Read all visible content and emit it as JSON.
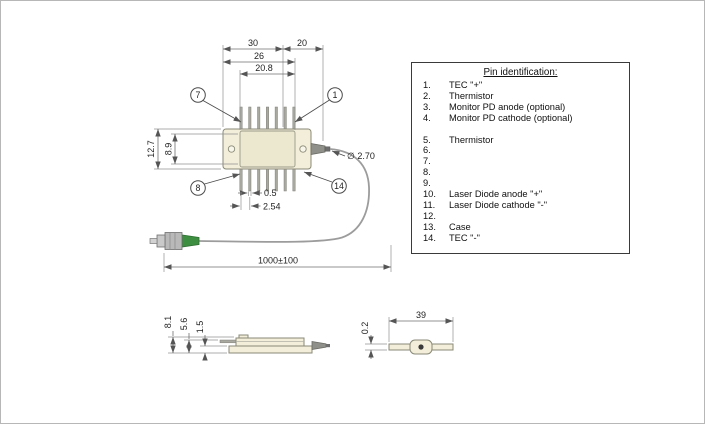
{
  "pin_table": {
    "title": "Pin identification:",
    "rows": [
      {
        "num": "1.",
        "label": "TEC \"+\""
      },
      {
        "num": "2.",
        "label": "Thermistor"
      },
      {
        "num": "3.",
        "label": "Monitor PD anode (optional)"
      },
      {
        "num": "4.",
        "label": "Monitor PD cathode (optional)"
      },
      {
        "num": "5.",
        "label": "Thermistor"
      },
      {
        "num": "6.",
        "label": ""
      },
      {
        "num": "7.",
        "label": ""
      },
      {
        "num": "8.",
        "label": ""
      },
      {
        "num": "9.",
        "label": ""
      },
      {
        "num": "10.",
        "label": "Laser Diode anode \"+\""
      },
      {
        "num": "11.",
        "label": "Laser Diode cathode \"-\""
      },
      {
        "num": "12.",
        "label": ""
      },
      {
        "num": "13.",
        "label": "Case"
      },
      {
        "num": "14.",
        "label": "TEC \"-\""
      }
    ]
  },
  "top_view": {
    "dims": {
      "width_30": "30",
      "width_20": "20",
      "width_26": "26",
      "width_20_8": "20.8",
      "height_12_7": "12.7",
      "height_8_9": "8.9",
      "ferrule_dia": "∅ 2.70",
      "pin_thickness": "0.5",
      "pin_pitch": "2.54",
      "fiber_length": "1000±100"
    },
    "callouts": {
      "top_left": "7",
      "top_right": "1",
      "bottom_left": "8",
      "bottom_right": "14"
    }
  },
  "side_view": {
    "dims": {
      "height_8_1": "8.1",
      "height_5_6": "5.6",
      "height_1_5": "1.5"
    }
  },
  "plate_view": {
    "dims": {
      "width_39": "39",
      "thickness_0_2": "0.2"
    }
  },
  "colors": {
    "package_fill": "#f2eed9",
    "connector_boot": "#3e8e41",
    "line": "#6f6f6f"
  }
}
